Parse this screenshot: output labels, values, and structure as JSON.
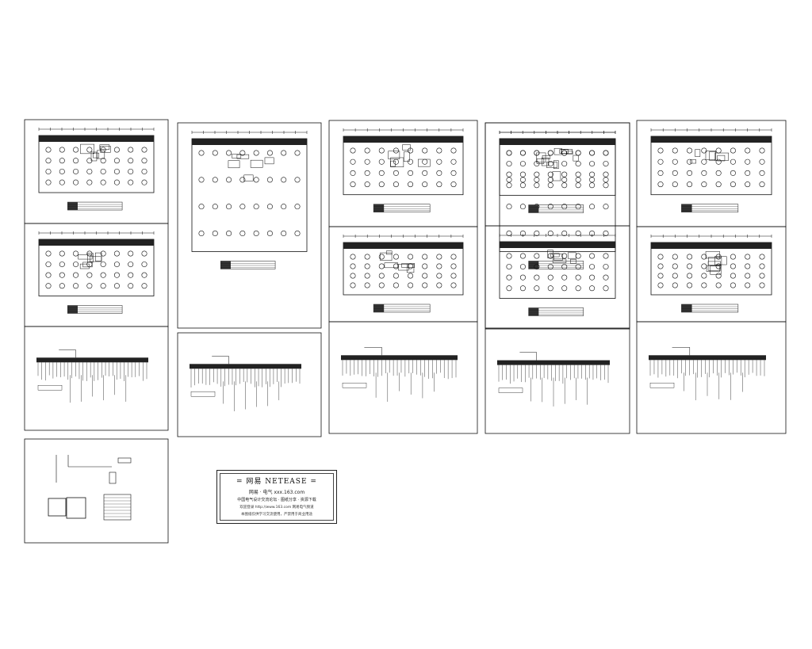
{
  "sheets": [
    {
      "name": "floor-plan-sheet",
      "kind": "plan"
    },
    {
      "name": "floor-plan-sheet",
      "kind": "plan"
    },
    {
      "name": "floor-plan-sheet",
      "kind": "plan"
    },
    {
      "name": "floor-plan-sheet",
      "kind": "plan"
    },
    {
      "name": "floor-plan-sheet",
      "kind": "plan"
    },
    {
      "name": "floor-plan-sheet",
      "kind": "plan"
    },
    {
      "name": "floor-plan-sheet",
      "kind": "plan"
    },
    {
      "name": "floor-plan-sheet",
      "kind": "plan"
    },
    {
      "name": "floor-plan-sheet",
      "kind": "plan"
    },
    {
      "name": "floor-plan-sheet",
      "kind": "plan"
    },
    {
      "name": "wiring-schematic-sheet",
      "kind": "schematic"
    },
    {
      "name": "wiring-schematic-sheet",
      "kind": "schematic"
    },
    {
      "name": "wiring-schematic-sheet",
      "kind": "schematic"
    },
    {
      "name": "wiring-schematic-sheet",
      "kind": "schematic"
    },
    {
      "name": "wiring-schematic-sheet",
      "kind": "schematic"
    },
    {
      "name": "detail-sheet",
      "kind": "detail"
    }
  ],
  "stamp": {
    "line1": "= 网易  NETEASE =",
    "line2": "网易 · 电气    xxx.163.com",
    "line3": "中国电气设计交流论坛 · 图纸分享 · 资源下载",
    "line4": "欢迎登录 http://www.163.com 网易电气频道",
    "line5": "本图纸仅供学习交流使用，严禁用于商业用途"
  },
  "colors": {
    "background": "#ffffff",
    "line": "#111111"
  }
}
